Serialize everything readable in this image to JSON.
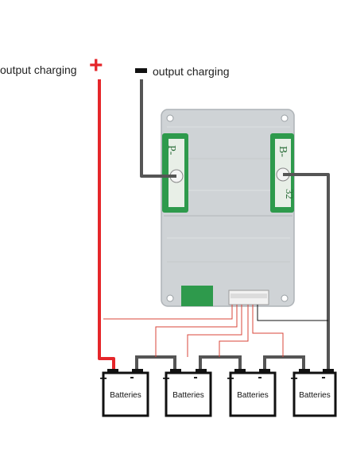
{
  "labels": {
    "positive_output": "output charging",
    "negative_output": "output charging",
    "plus_sign": "+",
    "minus_sign": "-"
  },
  "board": {
    "left_pad": "P-",
    "right_pad": "B-",
    "side_number": "32"
  },
  "batteries": [
    {
      "label": "Batteries",
      "plus": "+",
      "minus": "-"
    },
    {
      "label": "Batteries",
      "plus": "+",
      "minus": "-"
    },
    {
      "label": "Batteries",
      "plus": "+",
      "minus": "-"
    },
    {
      "label": "Batteries",
      "plus": "+",
      "minus": "-"
    }
  ],
  "colors": {
    "positive_wire": "#e5262a",
    "negative_wire": "#555555",
    "board_metal": "#cfd3d6",
    "pcb": "#2e9a4c",
    "balance_wire_red": "#d9443a",
    "balance_wire_black": "#111111"
  }
}
